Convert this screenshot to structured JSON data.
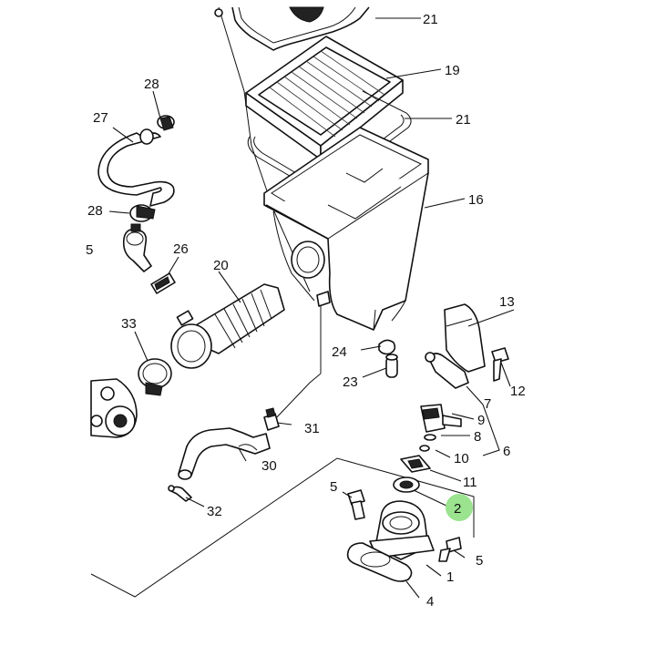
{
  "callouts": {
    "p1": "1",
    "p2": "2",
    "p4": "4",
    "p5a": "5",
    "p5b": "5",
    "p5c": "5",
    "p6": "6",
    "p7": "7",
    "p8": "8",
    "p9": "9",
    "p10": "10",
    "p11": "11",
    "p12": "12",
    "p13": "13",
    "p16": "16",
    "p19": "19",
    "p20": "20",
    "p21a": "21",
    "p21b": "21",
    "p23": "23",
    "p24": "24",
    "p26": "26",
    "p27": "27",
    "p28a": "28",
    "p28b": "28",
    "p30": "30",
    "p31": "31",
    "p32": "32",
    "p33": "33"
  },
  "highlight": {
    "part": "2",
    "color": "#9be38f"
  },
  "colors": {
    "line": "#111111",
    "background": "#ffffff"
  }
}
